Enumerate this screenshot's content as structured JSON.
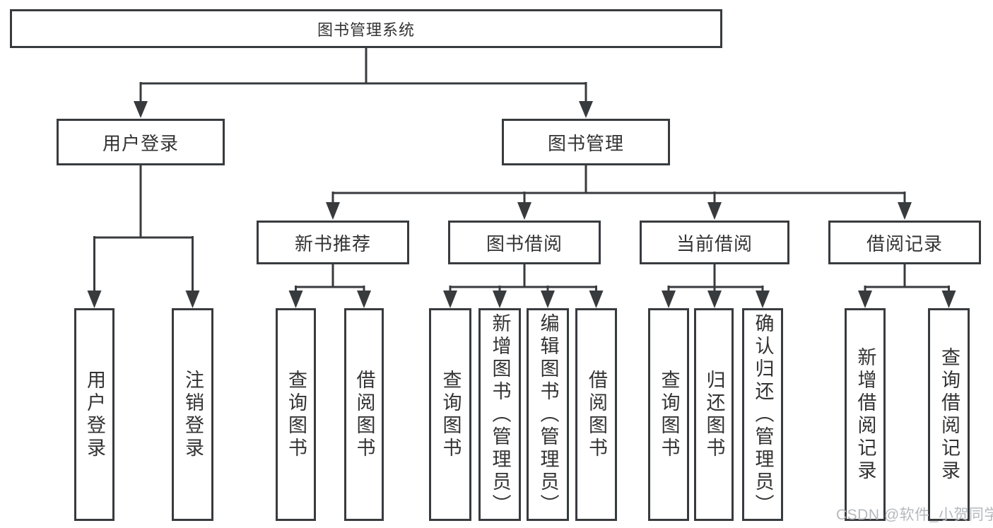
{
  "diagram": {
    "root": {
      "label": "图书管理系统"
    },
    "branches": [
      {
        "label": "用户登录",
        "children": [
          {
            "label": "用户登录"
          },
          {
            "label": "注销登录"
          }
        ]
      },
      {
        "label": "图书管理",
        "children": [
          {
            "label": "新书推荐",
            "children": [
              {
                "label": "查询图书"
              },
              {
                "label": "借阅图书"
              }
            ]
          },
          {
            "label": "图书借阅",
            "children": [
              {
                "label": "查询图书"
              },
              {
                "label": "新增图书（管理员）"
              },
              {
                "label": "编辑图书（管理员）"
              },
              {
                "label": "借阅图书"
              }
            ]
          },
          {
            "label": "当前借阅",
            "children": [
              {
                "label": "查询图书"
              },
              {
                "label": "归还图书"
              },
              {
                "label": "确认归还（管理员）"
              }
            ]
          },
          {
            "label": "借阅记录",
            "children": [
              {
                "label": "新增借阅记录"
              },
              {
                "label": "查询借阅记录"
              }
            ]
          }
        ]
      }
    ]
  },
  "watermark": "CSDN @软件_小贺同学",
  "colors": {
    "line": "#383b3e",
    "box_border": "#383b3e",
    "text": "#333333",
    "watermark": "#b5b9bd",
    "background": "#ffffff"
  }
}
